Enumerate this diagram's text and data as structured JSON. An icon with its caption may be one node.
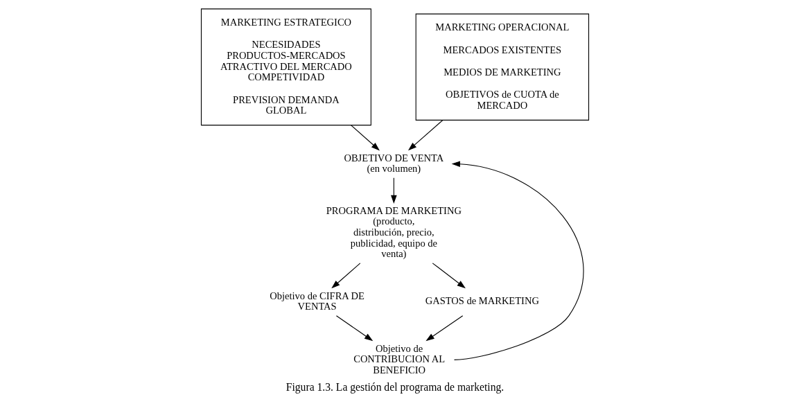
{
  "diagram": {
    "caption": "Figura 1.3. La gestión del programa de marketing.",
    "nodes": [
      {
        "text": [
          "MARKETING ESTRATEGICO",
          "NECESIDADES PRODUCTOS-MERCADOS ATRACTIVO DEL MERCADO COMPETIVIDAD",
          "PREVISION DEMANDA GLOBAL"
        ]
      },
      {
        "text": [
          "MARKETING OPERACIONAL",
          "MERCADOS EXISTENTES",
          "MEDIOS DE MARKETING",
          "OBJETIVOS de CUOTA de MERCADO"
        ]
      },
      {
        "text": [
          "OBJETIVO DE VENTA",
          "(en volumen)"
        ]
      },
      {
        "text": [
          "PROGRAMA DE MARKETING",
          "(producto, distribución, precio, publicidad, equipo de venta)"
        ]
      },
      {
        "text": [
          "Objetivo de CIFRA DE VENTAS"
        ]
      },
      {
        "text": [
          "GASTOS de MARKETING"
        ]
      },
      {
        "text": [
          "Objetivo de",
          "CONTRIBUCION AL BENEFICIO"
        ]
      }
    ],
    "edges": [
      {
        "from": 0,
        "to": 2,
        "arrow": "to"
      },
      {
        "from": 1,
        "to": 2,
        "arrow": "to"
      },
      {
        "from": 2,
        "to": 3,
        "arrow": "to"
      },
      {
        "from": 3,
        "to": 4,
        "arrow": "to"
      },
      {
        "from": 3,
        "to": 5,
        "arrow": "to"
      },
      {
        "from": 4,
        "to": 6,
        "arrow": "to"
      },
      {
        "from": 5,
        "to": 6,
        "arrow": "to"
      },
      {
        "from": 6,
        "to": 2,
        "arrow": "to"
      }
    ]
  }
}
